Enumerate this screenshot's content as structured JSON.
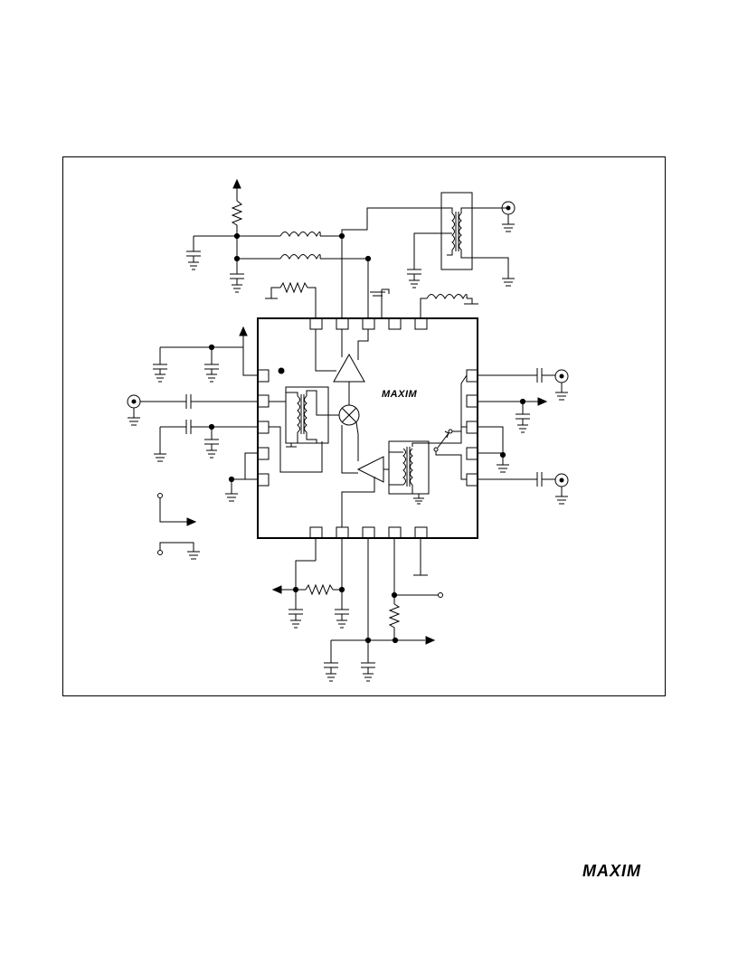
{
  "document": {
    "page_logo": "MAXIM",
    "chip_logo": "MAXIM"
  },
  "colors": {
    "ink": "#000000",
    "paper": "#ffffff"
  },
  "icons": [
    "maxim-logo",
    "resistor-icon",
    "inductor-icon",
    "capacitor-icon",
    "ground-icon",
    "transformer-icon",
    "amplifier-icon",
    "mixer-icon",
    "switch-icon",
    "coaxial-connector-icon",
    "arrow-icon"
  ]
}
